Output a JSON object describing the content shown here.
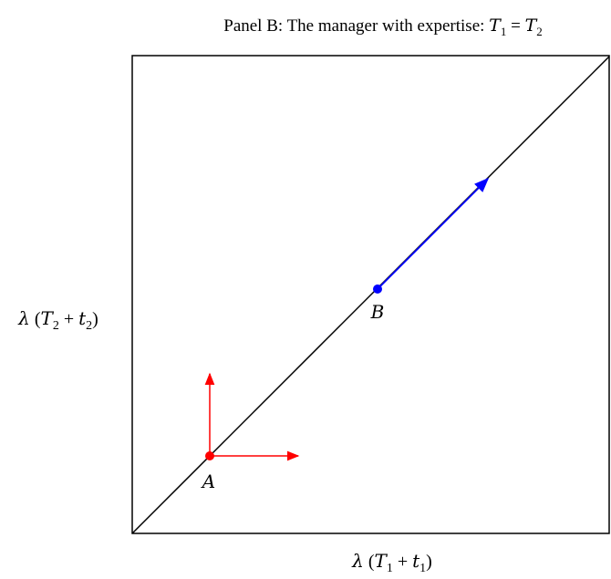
{
  "title": {
    "prefix": "Panel B: The manager with expertise: ",
    "math": "T",
    "sub1": "1",
    "eq": " = ",
    "math2": "T",
    "sub2": "2"
  },
  "axes": {
    "x_label": {
      "lambda": "λ",
      "open": " (",
      "T": "T",
      "Tsub": "1",
      "plus": " + ",
      "t": "t",
      "tsub": "1",
      "close": ")"
    },
    "y_label": {
      "lambda": "λ",
      "open": " (",
      "T": "T",
      "Tsub": "2",
      "plus": " + ",
      "t": "t",
      "tsub": "2",
      "close": ")"
    }
  },
  "points": {
    "A": {
      "label": "A",
      "color": "#ff0000"
    },
    "B": {
      "label": "B",
      "color": "#0000ff"
    }
  },
  "colors": {
    "frame": "#000000",
    "diagonal": "#000000",
    "arrow_A": "#ff0000",
    "arrow_B": "#0000ff"
  }
}
